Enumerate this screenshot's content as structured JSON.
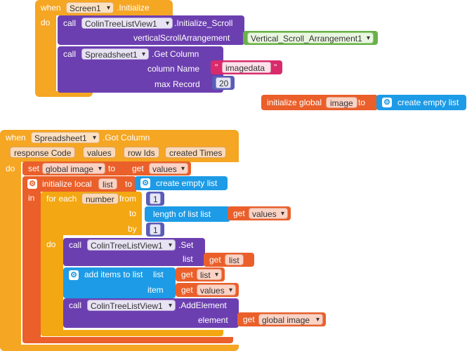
{
  "block1": {
    "when": "when",
    "component": "Screen1",
    "event": ".Initialize",
    "do": "do",
    "call1": {
      "call": "call",
      "component": "ColinTreeListView1",
      "method": ".Initialize_Scroll",
      "param_label": "verticalScrollArrangement",
      "param_value": "Vertical_Scroll_Arrangement1"
    },
    "call2": {
      "call": "call",
      "component": "Spreadsheet1",
      "method": ".Get Column",
      "param1_label": "column Name",
      "param1_quote_open": "\"",
      "param1_value": "imagedata",
      "param1_quote_close": "\"",
      "param2_label": "max Record",
      "param2_value": "20"
    }
  },
  "global_block": {
    "label": "initialize global",
    "name": "image",
    "to": "to",
    "value": "create empty list"
  },
  "block2": {
    "when": "when",
    "component": "Spreadsheet1",
    "event": ".Got Column",
    "params": [
      "response Code",
      "values",
      "row Ids",
      "created Times"
    ],
    "do": "do",
    "set": {
      "set": "set",
      "var": "global image",
      "to": "to",
      "get": "get",
      "value": "values"
    },
    "local": {
      "label": "initialize local",
      "name": "list",
      "to": "to",
      "value": "create empty list",
      "in": "in"
    },
    "loop": {
      "label": "for each",
      "var": "number",
      "from": "from",
      "from_value": "1",
      "to": "to",
      "length_label": "length of list  list",
      "get": "get",
      "length_value": "values",
      "by": "by",
      "by_value": "1",
      "do": "do"
    },
    "call_set": {
      "call": "call",
      "component": "ColinTreeListView1",
      "method": ".Set",
      "param_label": "list",
      "get": "get",
      "param_value": "list"
    },
    "add_items": {
      "label": "add items to list",
      "list_label": "list",
      "get1": "get",
      "list_value": "list",
      "item_label": "item",
      "get2": "get",
      "item_value": "values"
    },
    "call_add": {
      "call": "call",
      "component": "ColinTreeListView1",
      "method": ".AddElement",
      "param_label": "element",
      "get": "get",
      "param_value": "global image"
    }
  }
}
